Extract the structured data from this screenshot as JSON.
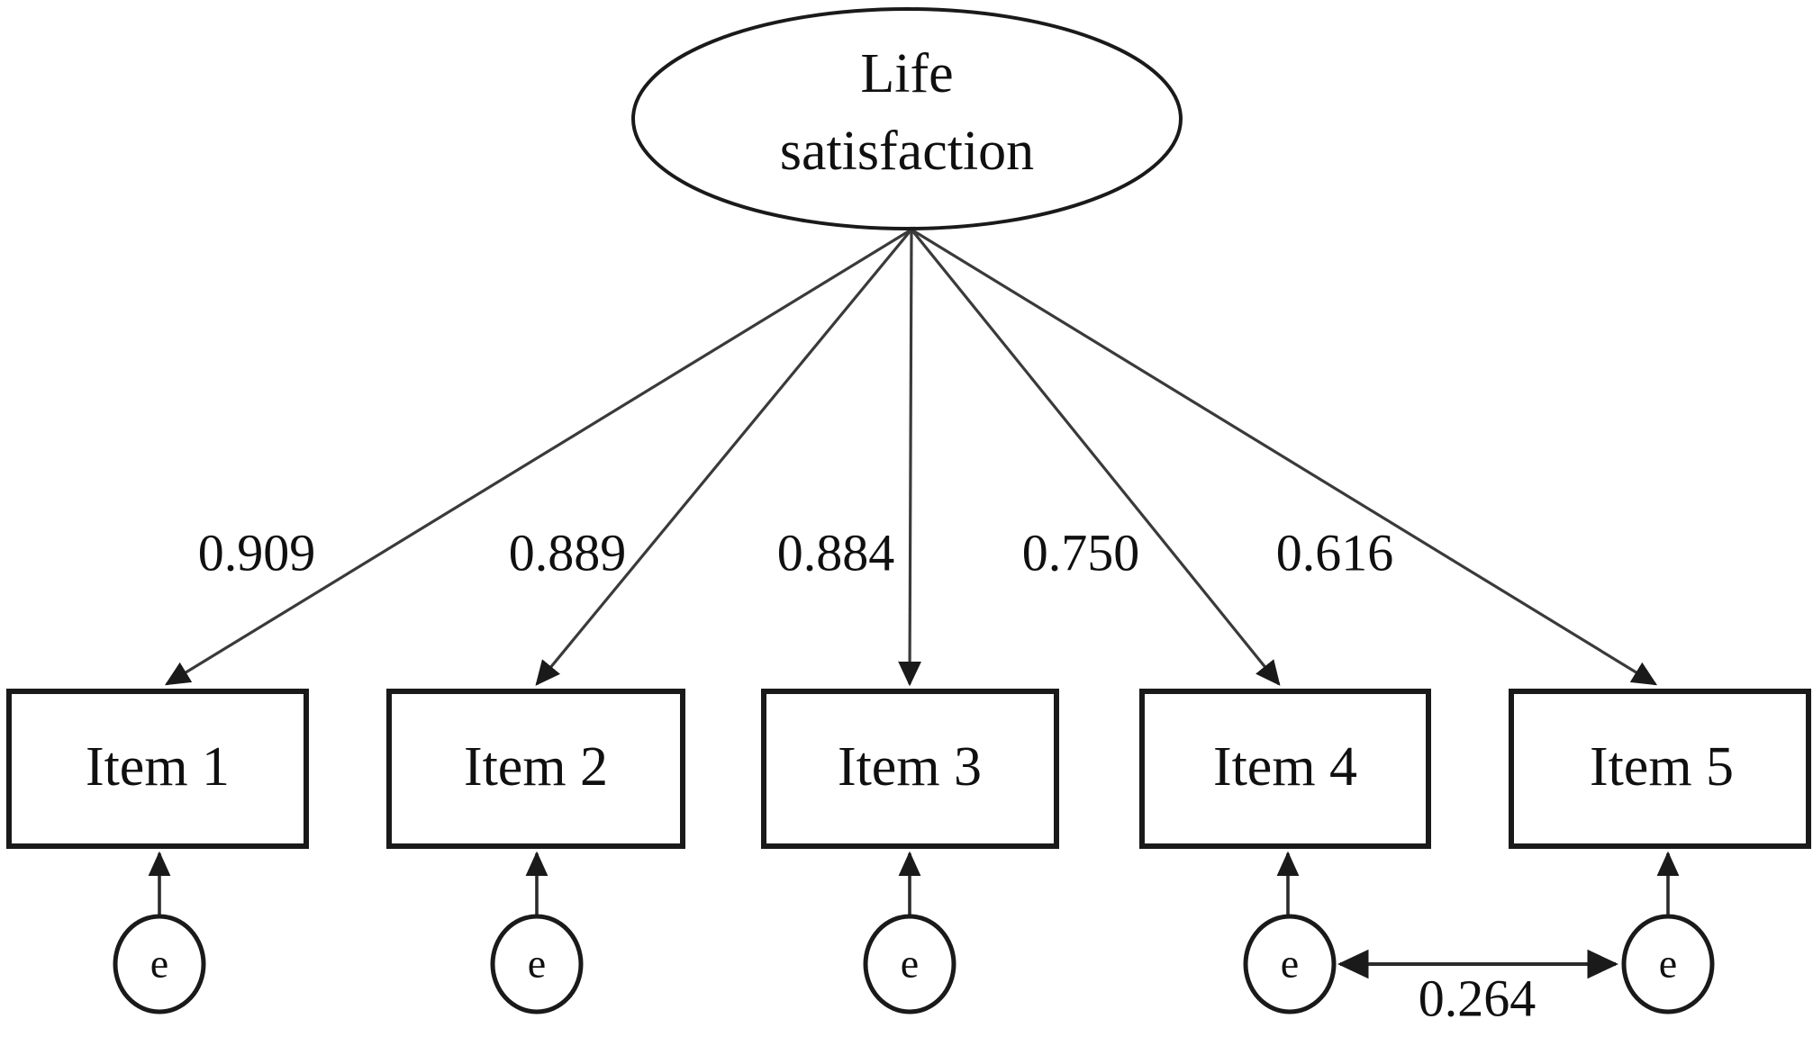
{
  "figure": {
    "type": "sem-path-diagram",
    "model": "confirmatory-factor-analysis",
    "background_color": "#ffffff",
    "stroke_color": "#1a1a1a",
    "text_color": "#101010"
  },
  "latent": {
    "name": "life-satisfaction",
    "label_line1": "Life",
    "label_line2": "satisfaction",
    "shape": "ellipse"
  },
  "indicators": [
    {
      "id": "item1",
      "label": "Item 1",
      "loading": "0.909",
      "error_label": "e"
    },
    {
      "id": "item2",
      "label": "Item 2",
      "loading": "0.889",
      "error_label": "e"
    },
    {
      "id": "item3",
      "label": "Item 3",
      "loading": "0.884",
      "error_label": "e"
    },
    {
      "id": "item4",
      "label": "Item 4",
      "loading": "0.750",
      "error_label": "e"
    },
    {
      "id": "item5",
      "label": "Item 5",
      "loading": "0.616",
      "error_label": "e"
    }
  ],
  "correlation": {
    "from": "item4-error",
    "to": "item5-error",
    "value": "0.264",
    "arrow": "double-headed"
  },
  "chart_data": {
    "type": "diagram",
    "title": "",
    "nodes": [
      {
        "id": "life-satisfaction",
        "kind": "latent",
        "label": "Life satisfaction"
      },
      {
        "id": "item1",
        "kind": "observed",
        "label": "Item 1"
      },
      {
        "id": "item2",
        "kind": "observed",
        "label": "Item 2"
      },
      {
        "id": "item3",
        "kind": "observed",
        "label": "Item 3"
      },
      {
        "id": "item4",
        "kind": "observed",
        "label": "Item 4"
      },
      {
        "id": "item5",
        "kind": "observed",
        "label": "Item 5"
      },
      {
        "id": "e1",
        "kind": "error",
        "label": "e"
      },
      {
        "id": "e2",
        "kind": "error",
        "label": "e"
      },
      {
        "id": "e3",
        "kind": "error",
        "label": "e"
      },
      {
        "id": "e4",
        "kind": "error",
        "label": "e"
      },
      {
        "id": "e5",
        "kind": "error",
        "label": "e"
      }
    ],
    "edges": [
      {
        "from": "life-satisfaction",
        "to": "item1",
        "value": 0.909,
        "label": "0.909",
        "style": "single-arrow"
      },
      {
        "from": "life-satisfaction",
        "to": "item2",
        "value": 0.889,
        "label": "0.889",
        "style": "single-arrow"
      },
      {
        "from": "life-satisfaction",
        "to": "item3",
        "value": 0.884,
        "label": "0.884",
        "style": "single-arrow"
      },
      {
        "from": "life-satisfaction",
        "to": "item4",
        "value": 0.75,
        "label": "0.750",
        "style": "single-arrow"
      },
      {
        "from": "life-satisfaction",
        "to": "item5",
        "value": 0.616,
        "label": "0.616",
        "style": "single-arrow"
      },
      {
        "from": "e1",
        "to": "item1",
        "value": null,
        "label": "",
        "style": "single-arrow"
      },
      {
        "from": "e2",
        "to": "item2",
        "value": null,
        "label": "",
        "style": "single-arrow"
      },
      {
        "from": "e3",
        "to": "item3",
        "value": null,
        "label": "",
        "style": "single-arrow"
      },
      {
        "from": "e4",
        "to": "item4",
        "value": null,
        "label": "",
        "style": "single-arrow"
      },
      {
        "from": "e5",
        "to": "item5",
        "value": null,
        "label": "",
        "style": "single-arrow"
      },
      {
        "from": "e4",
        "to": "e5",
        "value": 0.264,
        "label": "0.264",
        "style": "double-arrow"
      }
    ]
  }
}
